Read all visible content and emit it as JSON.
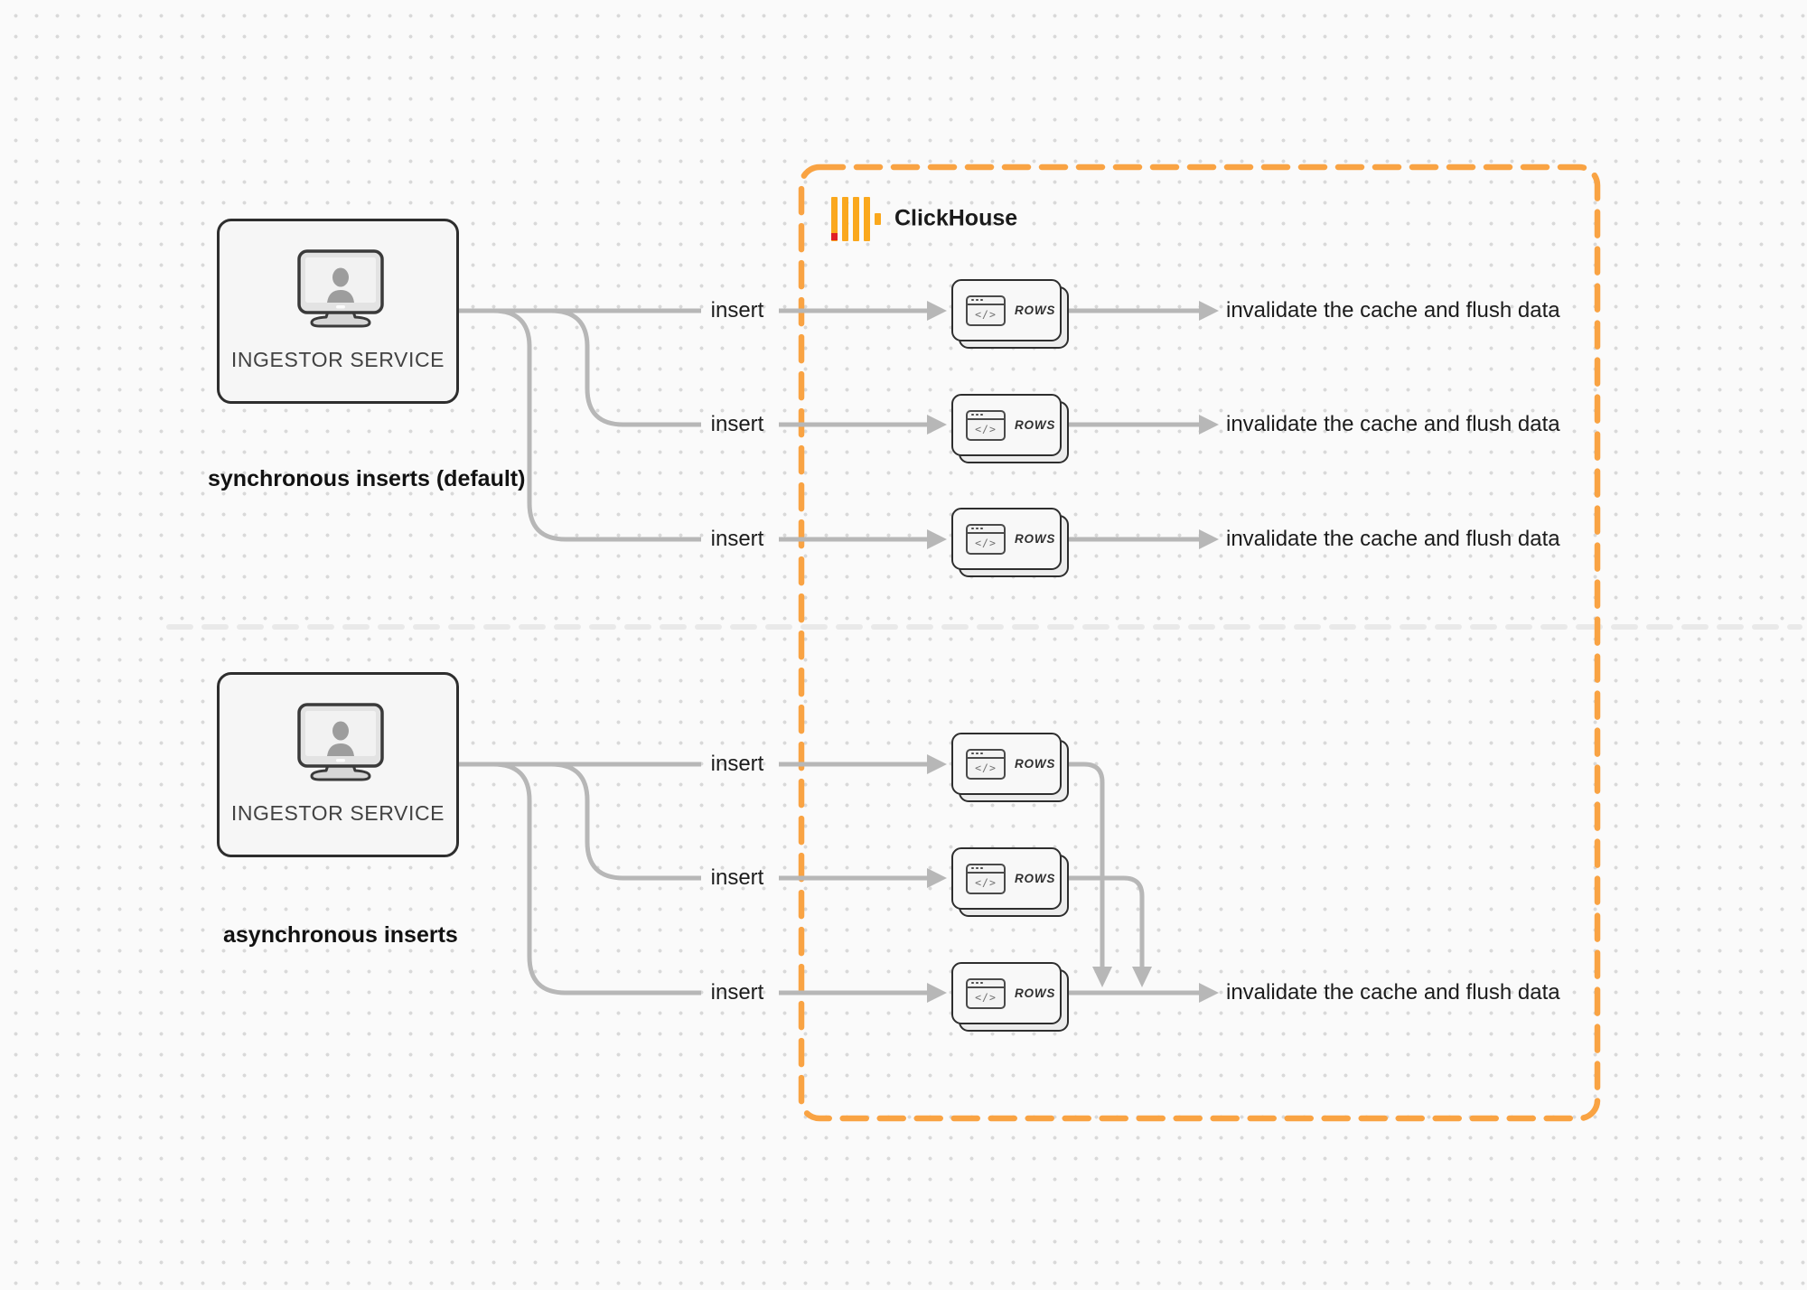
{
  "clickhouse": {
    "title": "ClickHouse"
  },
  "card": {
    "code_glyph": "</>"
  },
  "colors": {
    "accent_orange": "#F9A343",
    "logo_yellow": "#FAA81D",
    "logo_red": "#E11F26",
    "connector_gray": "#B7B7B7",
    "divider_gray": "#E9E9E9"
  },
  "sections": {
    "sync": {
      "caption": "synchronous inserts (default)",
      "service_label": "INGESTOR SERVICE",
      "rows": [
        {
          "insert_label": "insert",
          "card_label": "ROWS",
          "result_label": "invalidate the cache and flush data"
        },
        {
          "insert_label": "insert",
          "card_label": "ROWS",
          "result_label": "invalidate the cache and flush data"
        },
        {
          "insert_label": "insert",
          "card_label": "ROWS",
          "result_label": "invalidate the cache and flush data"
        }
      ]
    },
    "async": {
      "caption": "asynchronous inserts",
      "service_label": "INGESTOR SERVICE",
      "rows": [
        {
          "insert_label": "insert",
          "card_label": "ROWS"
        },
        {
          "insert_label": "insert",
          "card_label": "ROWS"
        },
        {
          "insert_label": "insert",
          "card_label": "ROWS",
          "result_label": "invalidate the cache and flush data"
        }
      ]
    }
  }
}
